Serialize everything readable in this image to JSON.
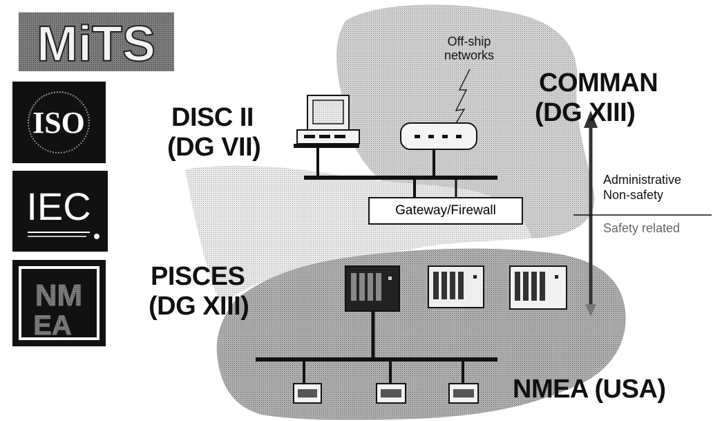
{
  "logos": {
    "mits": "MiTS",
    "iso": "ISO",
    "iec": "IEC",
    "nmea": "NMEA"
  },
  "labels": {
    "disc_line1": "DISC II",
    "disc_line2": "(DG VII)",
    "comman_line1": "COMMAN",
    "comman_line2": "(DG XIII)",
    "pisces_line1": "PISCES",
    "pisces_line2": "(DG XIII)",
    "nmea": "NMEA (USA)",
    "offship_line1": "Off-ship",
    "offship_line2": "networks",
    "gateway": "Gateway/Firewall",
    "administrative": "Administrative",
    "non_safety": "Non-safety",
    "safety_related": "Safety related"
  }
}
